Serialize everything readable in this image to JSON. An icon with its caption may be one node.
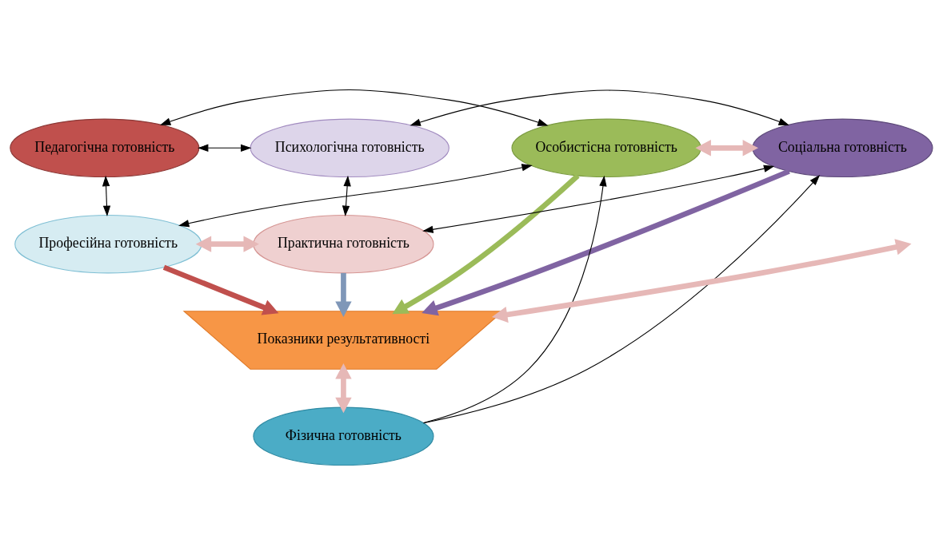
{
  "diagram": {
    "nodes": [
      {
        "text": [
          "Педагогічна готовність"
        ]
      },
      {
        "text": [
          "Психологічна готовність"
        ]
      },
      {
        "text": [
          "Професійна готовність"
        ]
      },
      {
        "text": [
          "Практична готовність"
        ]
      },
      {
        "text": [
          "Показники результативності"
        ]
      },
      {
        "text": [
          "Особистісна готовність"
        ]
      },
      {
        "text": [
          "Соціальна готовність"
        ]
      },
      {
        "text": [
          "Фізична готовність"
        ]
      }
    ],
    "edges": [
      {
        "from": 0,
        "to": 1,
        "arrow": "both"
      },
      {
        "from": 0,
        "to": 2,
        "arrow": "both"
      },
      {
        "from": 1,
        "to": 3,
        "arrow": "both"
      },
      {
        "from": 5,
        "to": 0,
        "arrow": "both"
      },
      {
        "from": 5,
        "to": 2,
        "arrow": "both"
      },
      {
        "from": 6,
        "to": 1,
        "arrow": "both"
      },
      {
        "from": 6,
        "to": 3,
        "arrow": "both"
      },
      {
        "from": 7,
        "to": 5,
        "arrow": "to"
      },
      {
        "from": 7,
        "to": 6,
        "arrow": "to"
      },
      {
        "from": null,
        "to": 4,
        "arrow": "both",
        "style": "thick",
        "color": "#e6b8b7"
      },
      {
        "from": 2,
        "to": 3,
        "arrow": "both",
        "style": "thick",
        "color": "#e6b8b7"
      },
      {
        "from": 2,
        "to": 4,
        "arrow": "to",
        "style": "thick",
        "color": "#c0504d"
      },
      {
        "from": 3,
        "to": 4,
        "arrow": "to",
        "style": "thick",
        "color": "#7f97b8"
      },
      {
        "from": 5,
        "to": 4,
        "arrow": "to",
        "style": "thick",
        "color": "#9bbb59"
      },
      {
        "from": 6,
        "to": 4,
        "arrow": "to",
        "style": "thick",
        "color": "#8064a2"
      },
      {
        "from": 4,
        "to": 7,
        "arrow": "both",
        "style": "thick",
        "color": "#e6b8b7"
      },
      {
        "from": 5,
        "to": 6,
        "arrow": "both",
        "style": "thick",
        "color": "#e6b8b7"
      }
    ]
  }
}
